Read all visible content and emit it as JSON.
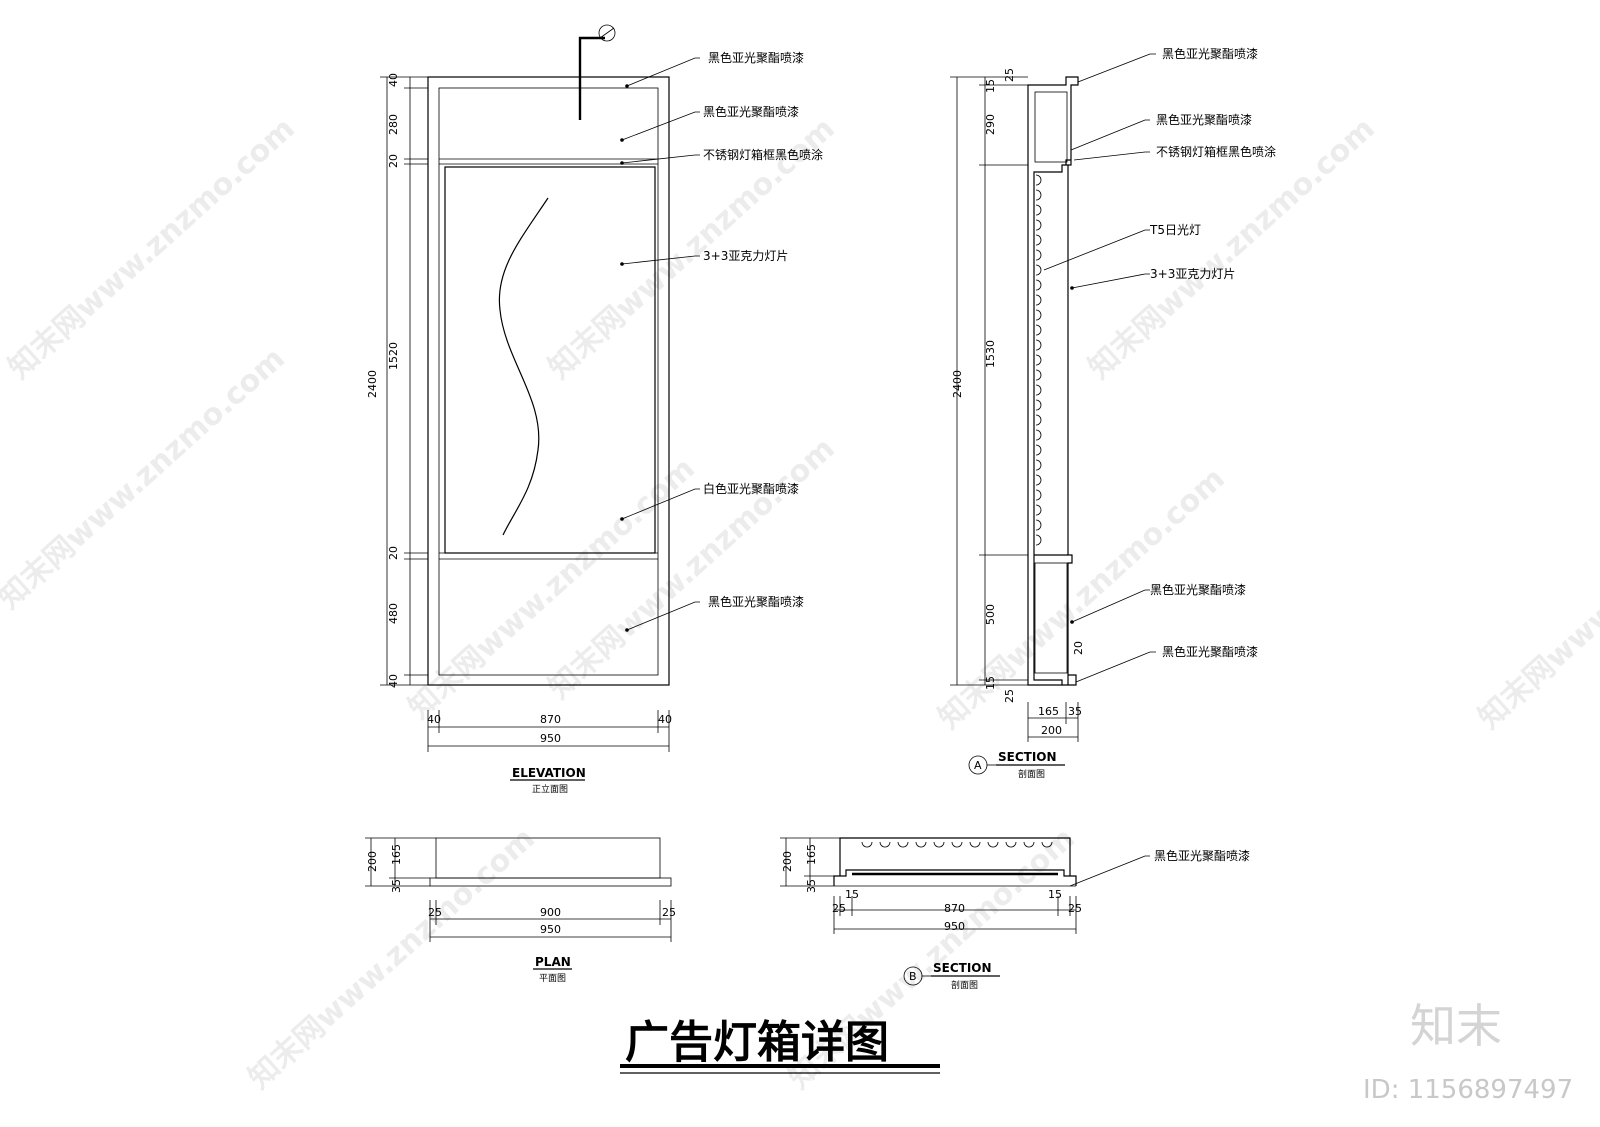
{
  "title": "广告灯箱详图",
  "views": {
    "elevation": {
      "en": "ELEVATION",
      "cn": "正立面图"
    },
    "section_a": {
      "marker": "A",
      "en": "SECTION",
      "cn": "剖面图"
    },
    "plan": {
      "en": "PLAN",
      "cn": "平面图"
    },
    "section_b": {
      "marker": "B",
      "en": "SECTION",
      "cn": "剖面图"
    }
  },
  "elevation_dims": {
    "v_40_top": "40",
    "v_280": "280",
    "v_20_top": "20",
    "v_1520": "1520",
    "v_20_bot": "20",
    "v_480": "480",
    "v_40_bot": "40",
    "v_2400": "2400",
    "h_40_left": "40",
    "h_870": "870",
    "h_40_right": "40",
    "h_950": "950"
  },
  "elevation_callouts": {
    "c1": "黑色亚光聚酯喷漆",
    "c2": "黑色亚光聚酯喷漆",
    "c3": "不锈钢灯箱框黑色喷涂",
    "c4": "3+3亚克力灯片",
    "c5": "白色亚光聚酯喷漆",
    "c6": "黑色亚光聚酯喷漆"
  },
  "section_a_dims": {
    "v_25_top": "25",
    "v_15_top": "15",
    "v_290": "290",
    "v_1530": "1530",
    "v_500": "500",
    "v_15_bot": "15",
    "v_25_bot": "25",
    "v_20": "20",
    "v_2400": "2400",
    "h_165": "165",
    "h_35": "35",
    "h_200": "200"
  },
  "section_a_callouts": {
    "c1": "黑色亚光聚酯喷漆",
    "c2": "黑色亚光聚酯喷漆",
    "c3": "不锈钢灯箱框黑色喷涂",
    "c4": "T5日光灯",
    "c5": "3+3亚克力灯片",
    "c6": "黑色亚光聚酯喷漆",
    "c7": "黑色亚光聚酯喷漆"
  },
  "plan_dims": {
    "v_200": "200",
    "v_165": "165",
    "v_35": "35",
    "h_25_left": "25",
    "h_900": "900",
    "h_25_right": "25",
    "h_950": "950"
  },
  "section_b_dims": {
    "v_200": "200",
    "v_165": "165",
    "v_35": "35",
    "h_25_left": "25",
    "h_15_left": "15",
    "h_870": "870",
    "h_15_right": "15",
    "h_25_right": "25",
    "h_950": "950"
  },
  "section_b_callouts": {
    "c1": "黑色亚光聚酯喷漆"
  },
  "watermark": {
    "brand": "知末",
    "id_label": "ID: 1156897497",
    "pattern": "知末网www.znzmo.com"
  }
}
